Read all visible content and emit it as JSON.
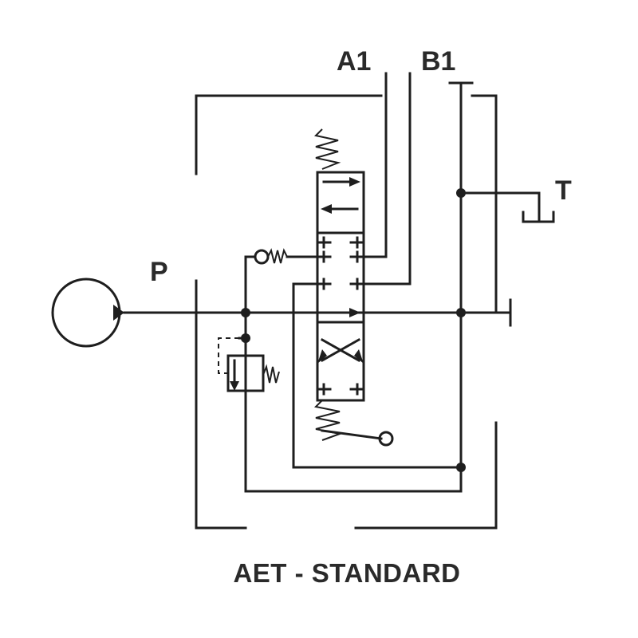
{
  "labels": {
    "port_a1": "A1",
    "port_b1": "B1",
    "port_t": "T",
    "port_p": "P",
    "caption": "AET - STANDARD"
  },
  "colors": {
    "line": "#1e1e1e",
    "text": "#2a2a2a",
    "background": "#ffffff"
  }
}
